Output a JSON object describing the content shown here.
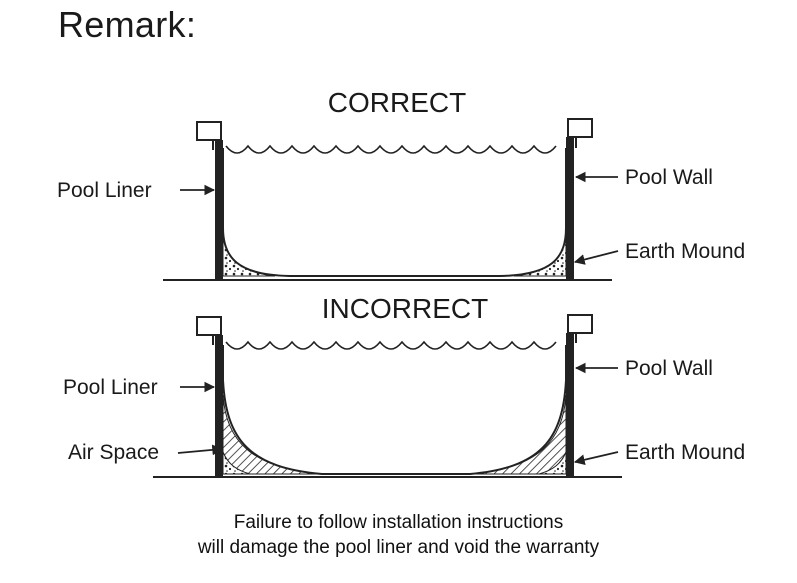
{
  "heading": "Remark:",
  "correct": {
    "title": "CORRECT",
    "labels": {
      "pool_liner": "Pool Liner",
      "pool_wall": "Pool Wall",
      "earth_mound": "Earth Mound"
    }
  },
  "incorrect": {
    "title": "INCORRECT",
    "labels": {
      "pool_liner": "Pool Liner",
      "air_space": "Air Space",
      "pool_wall": "Pool Wall",
      "earth_mound": "Earth Mound"
    }
  },
  "footer": {
    "line1": "Failure to follow installation instructions",
    "line2": "will damage the pool liner and void the warranty"
  }
}
